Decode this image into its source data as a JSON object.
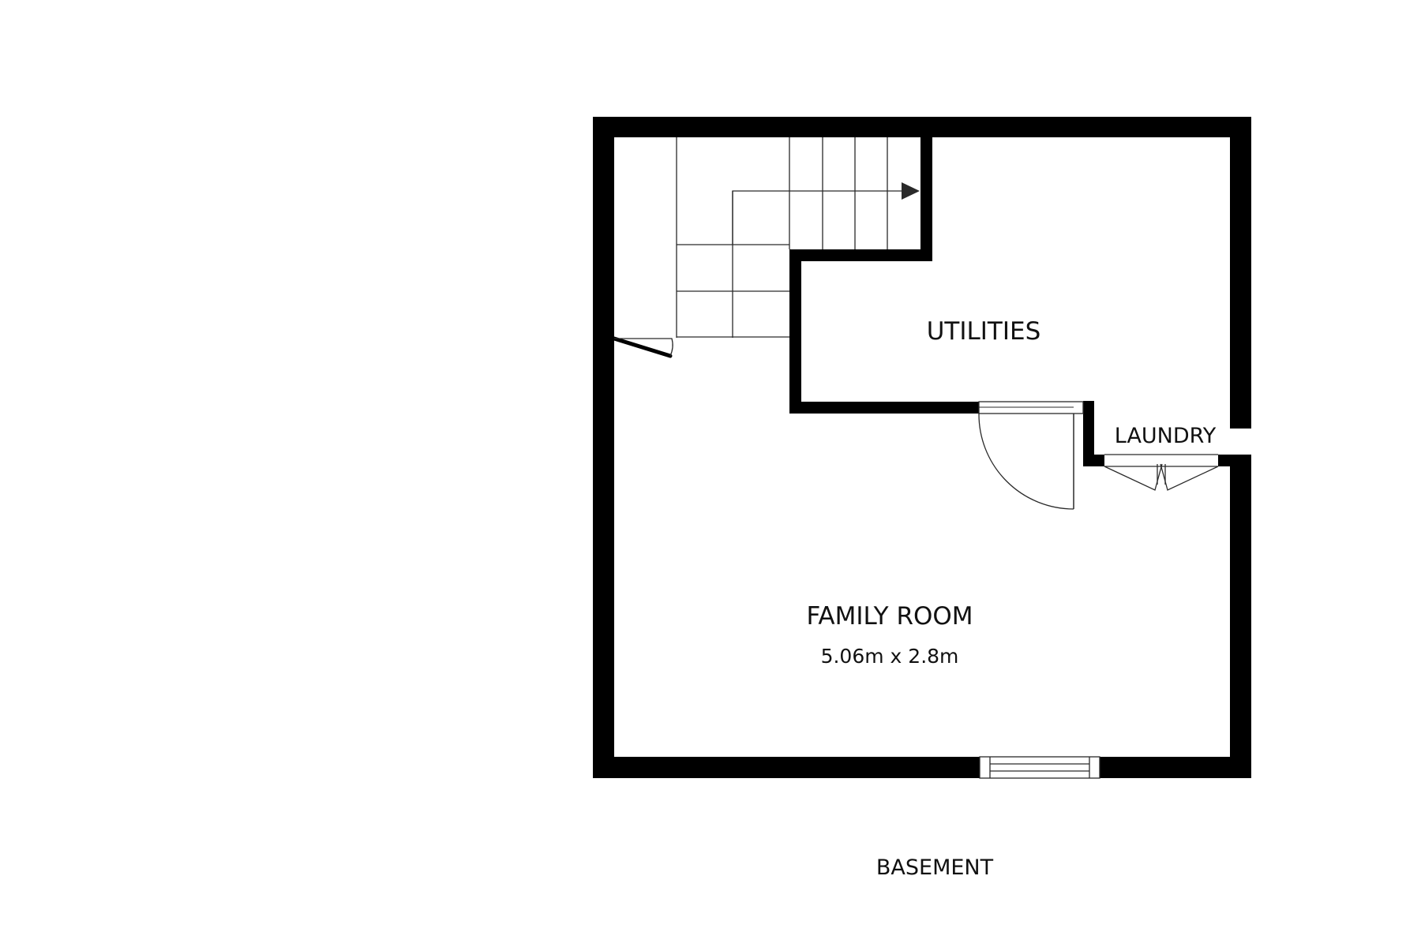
{
  "floor_label": "BASEMENT",
  "rooms": {
    "utilities": {
      "name": "UTILITIES"
    },
    "laundry": {
      "name": "LAUNDRY"
    },
    "family_room": {
      "name": "FAMILY ROOM",
      "dimensions": "5.06m x 2.8m"
    }
  },
  "colors": {
    "wall": "#000000",
    "line": "#2a2a2a",
    "background": "#ffffff",
    "text": "#111111"
  }
}
